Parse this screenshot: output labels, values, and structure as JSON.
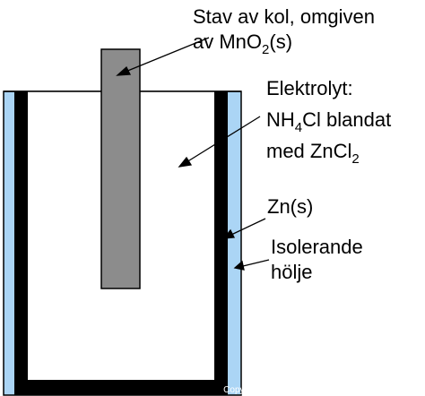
{
  "labels": {
    "rod": {
      "line1": "Stav av kol, omgiven",
      "line2_pre": "av MnO",
      "line2_sub": "2",
      "line2_post": "(s)"
    },
    "electrolyte": {
      "line1": "Elektrolyt:",
      "line2_pre": "NH",
      "line2_sub": "4",
      "line2_post": "Cl blandat",
      "line3_pre": "med ZnCl",
      "line3_sub": "2"
    },
    "zinc": "Zn(s)",
    "casing": {
      "line1": "Isolerande",
      "line2": "hölje"
    }
  },
  "copyright": "Copyright © Utbildningsburken & Magnus Ehinger",
  "colors": {
    "casing": "#abd5f5",
    "zinc": "#000000",
    "rod": "#8c8c8c",
    "electrolyte": "#ffffff"
  }
}
